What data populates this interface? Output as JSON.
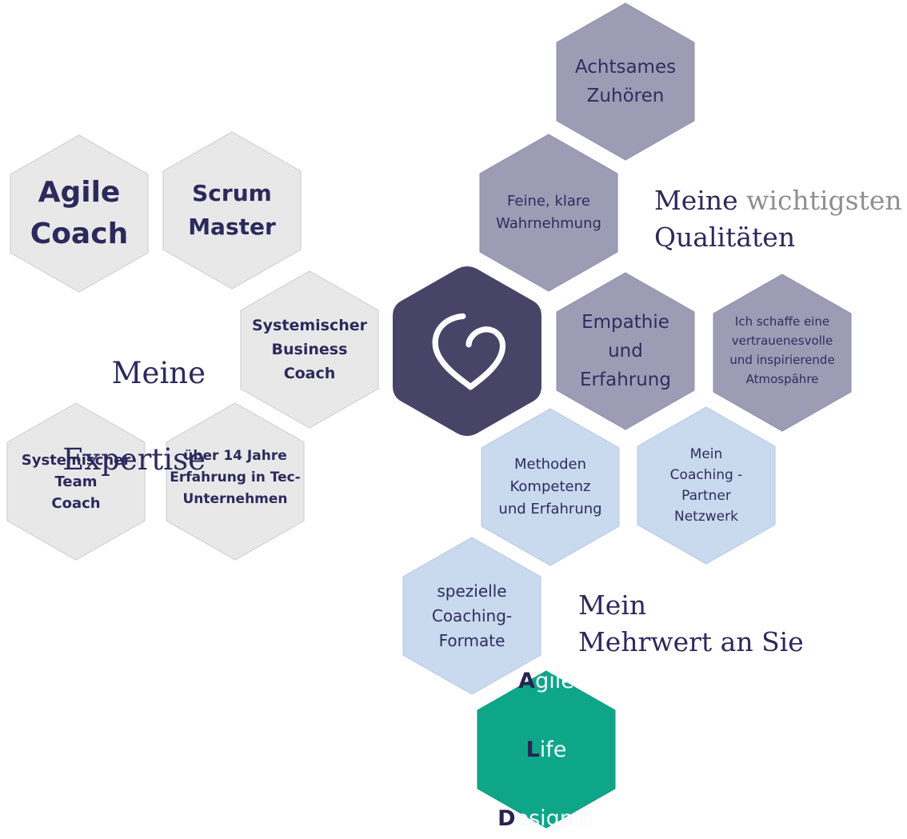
{
  "headings": {
    "expertise": {
      "line1": "Meine",
      "line2": "Expertise"
    },
    "qualities": {
      "word1": "Meine",
      "word2": "wichtigsten",
      "line2": "Qualitäten"
    },
    "value": {
      "line1": "Mein",
      "line2": "Mehrwert an Sie"
    }
  },
  "expertise": {
    "agile_coach": "Agile\nCoach",
    "scrum_master": "Scrum\nMaster",
    "business_coach": "Systemischer\nBusiness\nCoach",
    "team_coach": "Systemischer\nTeam\nCoach",
    "experience_14": "über 14 Jahre\nErfahrung in Tec-\nUnternehmen"
  },
  "qualities": {
    "listening": "Achtsames\nZuhören",
    "perception": "Feine, klare\nWahrnehmung",
    "empathy": "Empathie\nund\nErfahrung",
    "atmosphere": "Ich schaffe eine\nvertrauenesvolle\nund inspirierende\nAtmospähre"
  },
  "value": {
    "methods": "Methoden\nKompetenz\nund Erfahrung",
    "network": "Mein\nCoaching -\nPartner\nNetzwerk",
    "formats": "spezielle\nCoaching-\nFormate"
  },
  "green_hex": {
    "line1_initial": "A",
    "line1_rest": "gile",
    "line2_initial": "L",
    "line2_rest": "ife",
    "line3_initial": "D",
    "line3_rest": "esign®"
  },
  "center_icon": "heart-icon",
  "colors": {
    "expertise_fill": "#e8e8e8",
    "quality_fill": "#9c9cb5",
    "value_fill": "#c9d9ee",
    "center_fill": "#484468",
    "green_fill": "#0da688",
    "text_navy": "#2c2a5c",
    "muted_gray": "#8f8f8f"
  }
}
